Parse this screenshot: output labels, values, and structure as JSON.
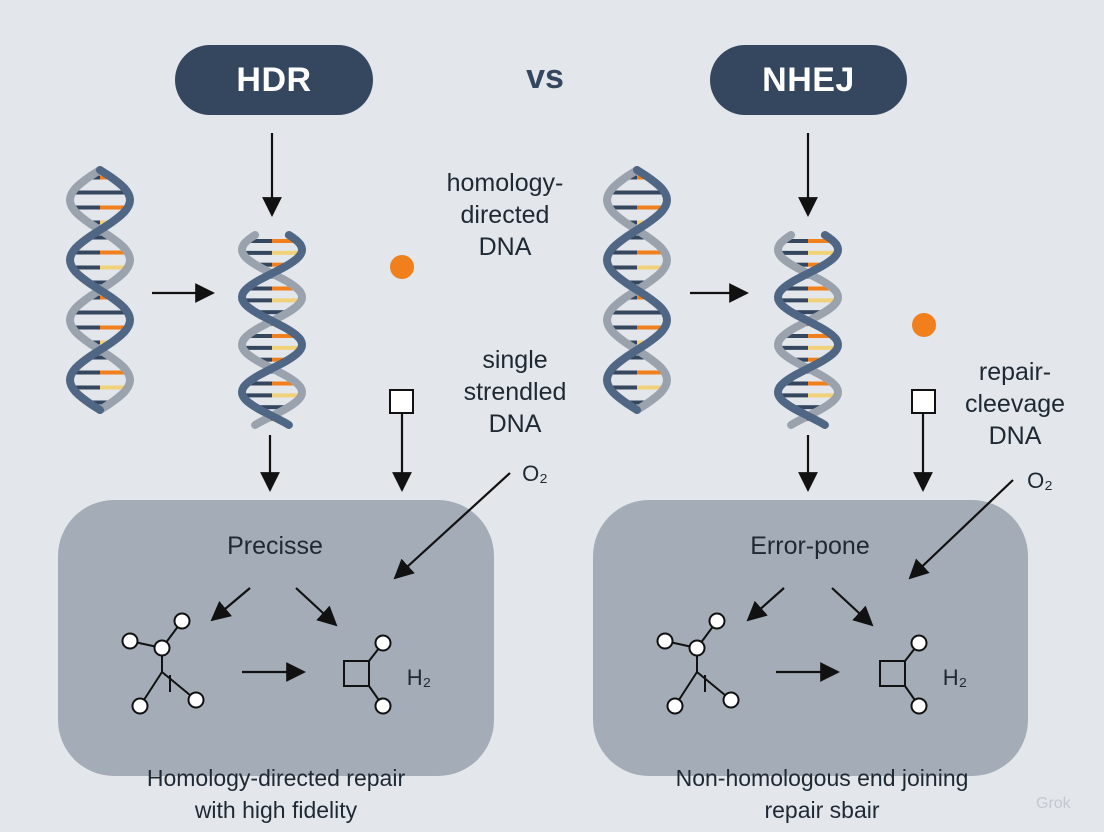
{
  "header": {
    "left_label": "HDR",
    "vs_label": "vs",
    "right_label": "NHEJ"
  },
  "left_side": {
    "annotation_top": [
      "homology-",
      "directed",
      "DNA"
    ],
    "annotation_mid": [
      "single",
      "strendled",
      "DNA"
    ],
    "oxygen_label": "O₂",
    "panel_title": "Precisse",
    "hydrogen_label": "H₂",
    "caption": [
      "Homology-directed repair",
      "with high fidelity"
    ]
  },
  "right_side": {
    "annotation_mid": [
      "repair-",
      "cleevage",
      "DNA"
    ],
    "oxygen_label": "O₂",
    "panel_title": "Error-pone",
    "hydrogen_label": "H₂",
    "caption": [
      "Non-homologous end joining",
      "repair sbair"
    ]
  },
  "watermark": "Grok",
  "colors": {
    "background": "#e3e6ea",
    "pill": "#34475f",
    "panel": "#a4adb7",
    "strand_dark": "#4f6785",
    "strand_light": "#9aa3ad",
    "rung_orange": "#f07f1c",
    "rung_yellow": "#f1d27a",
    "rung_dark": "#34475f",
    "dot_orange": "#f07f1c"
  }
}
